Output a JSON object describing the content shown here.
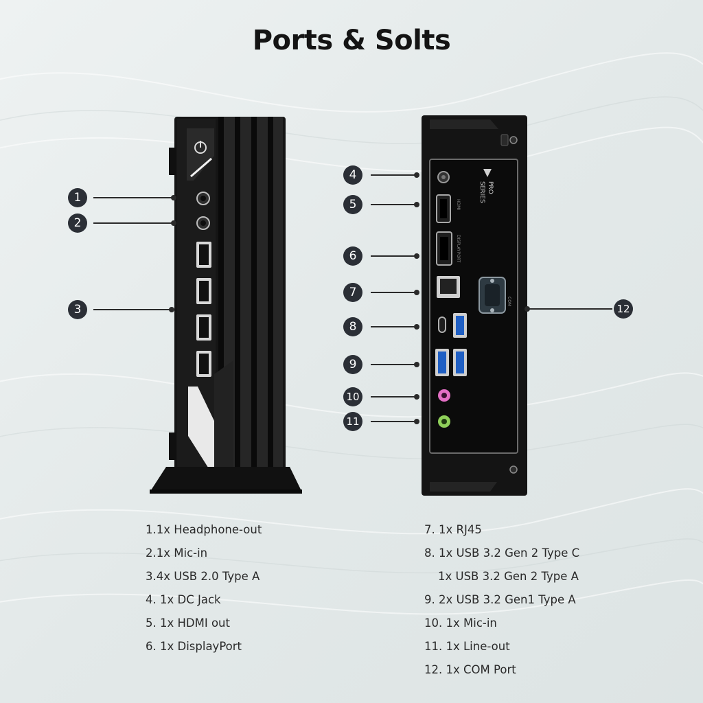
{
  "title": "Ports & Solts",
  "front_callouts": [
    "1",
    "2",
    "3"
  ],
  "rear_callouts": [
    "4",
    "5",
    "6",
    "7",
    "8",
    "9",
    "10",
    "11"
  ],
  "side_callout": "12",
  "rear_panel": {
    "brand_line1": "PRO",
    "brand_line2": "SERIES",
    "hdmi_label": "HDMI",
    "dp_label": "DISPLAYPORT",
    "com_label": "COM"
  },
  "specs_left": [
    "1.1x Headphone-out",
    "2.1x Mic-in",
    "3.4x USB 2.0 Type A",
    "4. 1x DC Jack",
    "5. 1x HDMI out",
    "6. 1x DisplayPort"
  ],
  "specs_right": [
    "7. 1x RJ45",
    "8. 1x USB 3.2 Gen 2 Type C",
    "1x USB 3.2 Gen 2 Type A",
    "9. 2x USB 3.2 Gen1 Type A",
    "10. 1x Mic-in",
    "11. 1x Line-out",
    "12. 1x COM Port"
  ],
  "colors": {
    "background": "#e6ebeb",
    "device_body": "#141414",
    "callout_fill": "#2b2f36",
    "usb3_blue": "#1f5fc4",
    "mic_pink": "#e36fc4",
    "line_green": "#8fd05a"
  }
}
